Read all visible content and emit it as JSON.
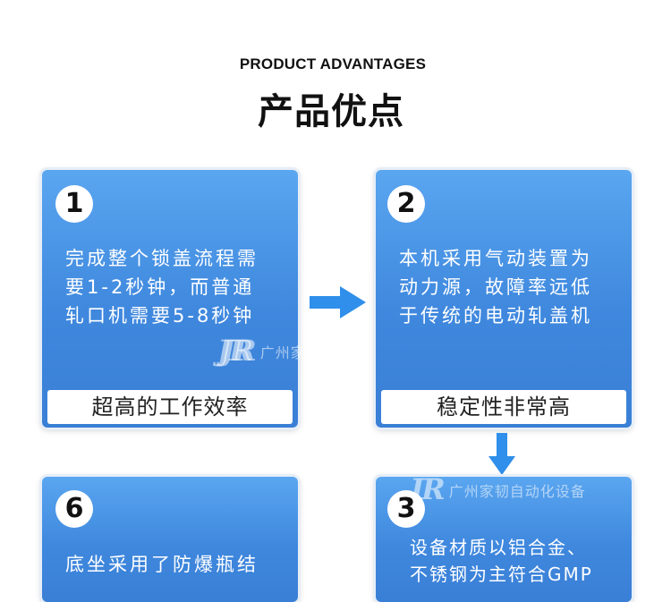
{
  "header": {
    "subtitle": "PRODUCT ADVANTAGES",
    "title": "产品优点"
  },
  "cards": [
    {
      "number": "1",
      "lines": [
        "完成整个锁盖流程需",
        "要1-2秒钟，而普通",
        "轧口机需要5-8秒钟"
      ],
      "label": "超高的工作效率"
    },
    {
      "number": "2",
      "lines": [
        "本机采用气动装置为",
        "动力源，故障率远低",
        "于传统的电动轧盖机"
      ],
      "label": "稳定性非常高"
    },
    {
      "number": "6",
      "lines": [
        "底坐采用了防爆瓶结"
      ]
    },
    {
      "number": "3",
      "lines": [
        "设备材质以铝合金、",
        "不锈钢为主符合GMP"
      ]
    }
  ],
  "watermark": {
    "mark": "JR",
    "text": "广州家韧自动化设备"
  },
  "icons": {
    "arrow_right": "arrow-right-icon",
    "arrow_down": "arrow-down-icon"
  },
  "colors": {
    "card_blue": "#4a94e6",
    "arrow_blue": "#2f8fea"
  }
}
